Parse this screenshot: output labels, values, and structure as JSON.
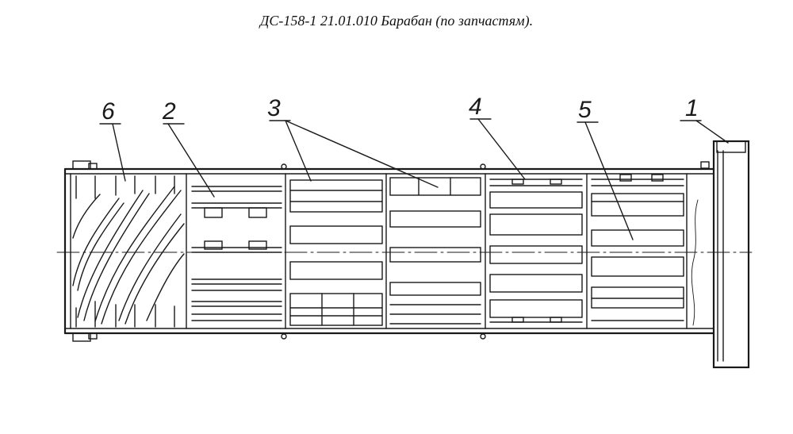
{
  "title": "ДС-158-1 21.01.010 Барабан (по запчастям).",
  "callouts": [
    {
      "label": "6"
    },
    {
      "label": "2"
    },
    {
      "label": "3"
    },
    {
      "label": "4"
    },
    {
      "label": "5"
    },
    {
      "label": "1"
    }
  ],
  "colors": {
    "line": "#1a1a1a",
    "background": "#ffffff"
  }
}
